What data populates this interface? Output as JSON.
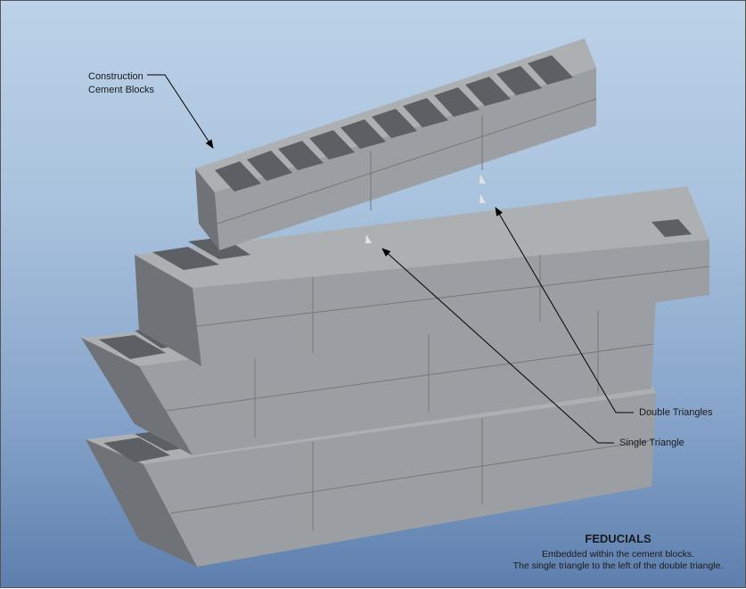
{
  "labels": {
    "construction_line1": "Construction",
    "construction_line2": "Cement Blocks",
    "double_triangles": "Double Triangles",
    "single_triangle": "Single Triangle"
  },
  "caption": {
    "title": "FEDUCIALS",
    "line1": "Embedded within the cement blocks.",
    "line2": "The single triangle to the left of the double triangle."
  },
  "colors": {
    "top_face": "#a9adb0",
    "front_face": "#9a9ea2",
    "end_face": "#6f7377",
    "hole": "#5c6064",
    "arrow": "#000000"
  }
}
